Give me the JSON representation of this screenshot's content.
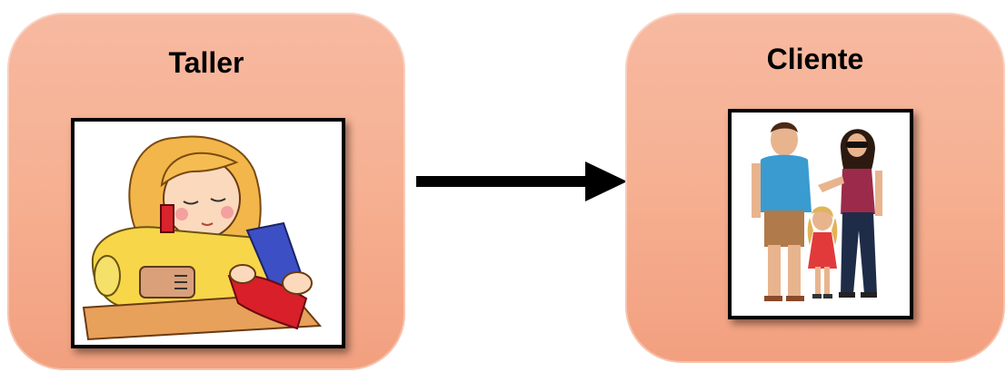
{
  "diagram": {
    "source": {
      "title": "Taller",
      "illustration": "seamstress-sewing-machine"
    },
    "target": {
      "title": "Cliente",
      "illustration": "family-customers"
    },
    "connector": {
      "direction": "left-to-right"
    }
  },
  "colors": {
    "box_fill_top": "#f7b9a1",
    "box_fill_bottom": "#f2a07f",
    "frame_border": "#000000",
    "arrow": "#000000"
  }
}
